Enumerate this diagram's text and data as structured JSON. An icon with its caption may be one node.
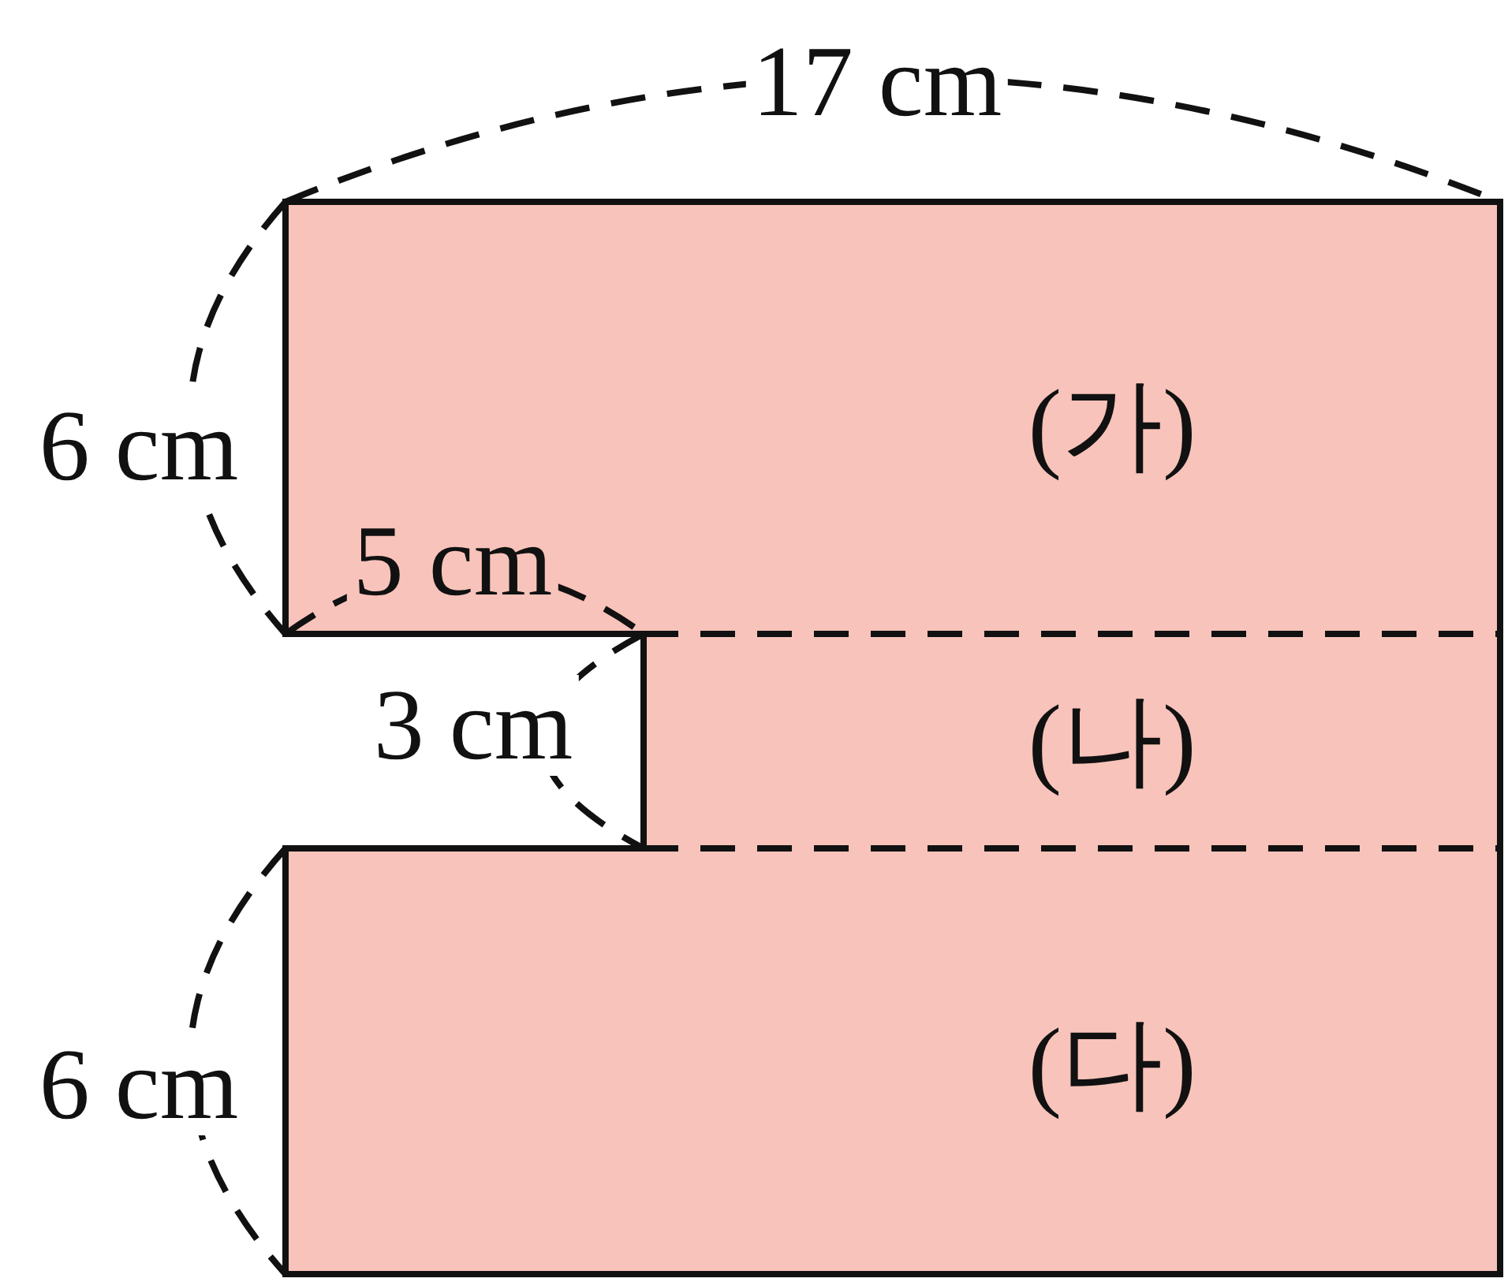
{
  "diagram": {
    "nodes": [
      {
        "text": [
          "(가)"
        ]
      },
      {
        "text": [
          "(나)"
        ]
      },
      {
        "text": [
          "(다)"
        ]
      }
    ],
    "labels": [
      "17 cm",
      "6 cm",
      "5 cm",
      "3 cm",
      "6 cm"
    ]
  }
}
